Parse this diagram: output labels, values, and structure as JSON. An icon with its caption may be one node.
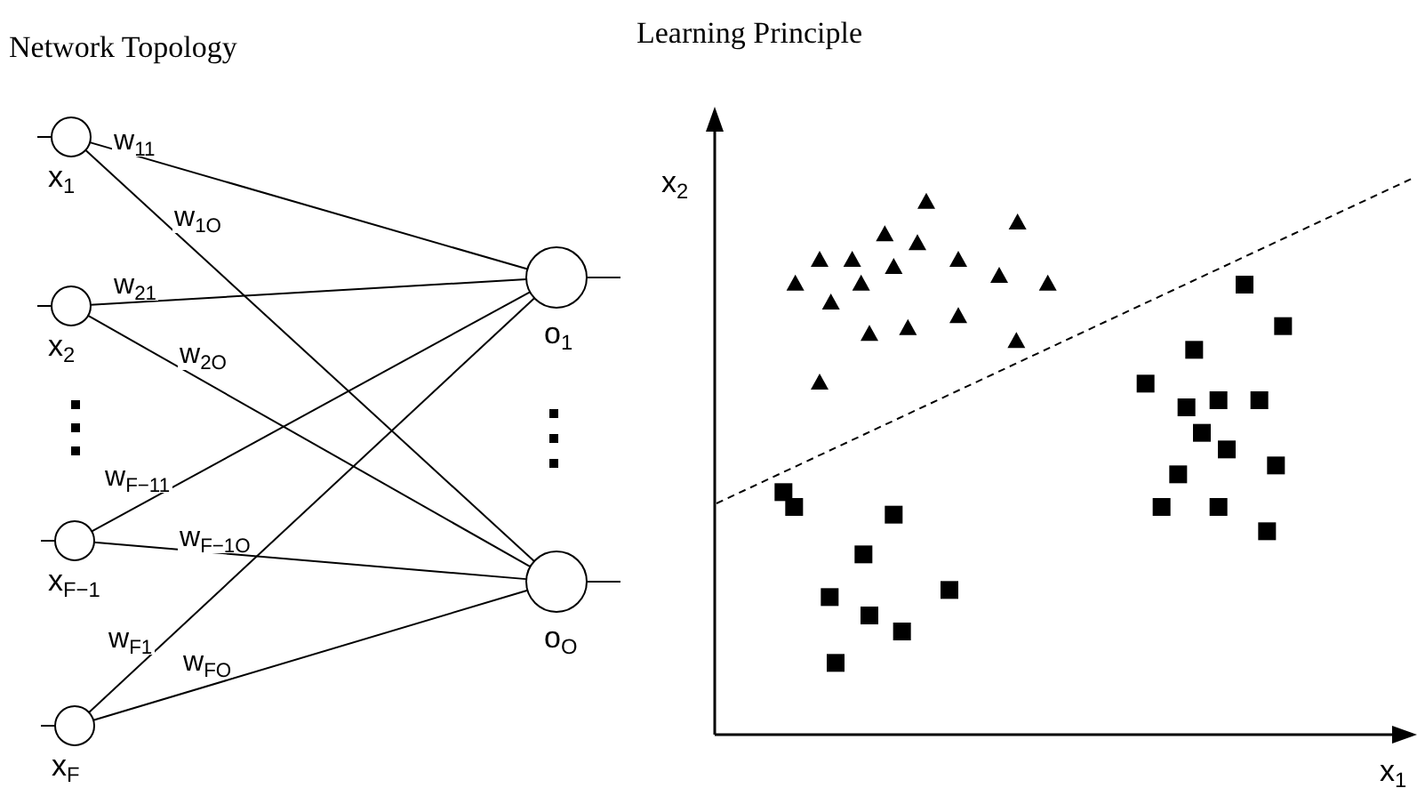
{
  "diagram": {
    "nodes": [
      {
        "text": [
          "x$_{1}$"
        ]
      },
      {
        "text": [
          "x$_{2}$"
        ]
      },
      {
        "text": [
          "x$_{F−1}$"
        ]
      },
      {
        "text": [
          "x$_{F}$"
        ]
      },
      {
        "text": [
          "o$_{1}$"
        ]
      },
      {
        "text": [
          "o$_{O}$"
        ]
      }
    ],
    "edges": [
      {
        "from": 0,
        "to": 4,
        "arrow": "none",
        "label": "w$_{11}$"
      },
      {
        "from": 0,
        "to": 5,
        "arrow": "none",
        "label": "w$_{1O}$"
      },
      {
        "from": 1,
        "to": 4,
        "arrow": "none",
        "label": "w$_{21}$"
      },
      {
        "from": 1,
        "to": 5,
        "arrow": "none",
        "label": "w$_{2O}$"
      },
      {
        "from": 2,
        "to": 4,
        "arrow": "none",
        "label": "w$_{F−11}$"
      },
      {
        "from": 2,
        "to": 5,
        "arrow": "none",
        "label": "w$_{F−1O}$"
      },
      {
        "from": 3,
        "to": 4,
        "arrow": "none",
        "label": "w$_{F1}$"
      },
      {
        "from": 3,
        "to": 5,
        "arrow": "none",
        "label": "w$_{FO}$"
      },
      {
        "from": null,
        "to": 0,
        "arrow": "none"
      },
      {
        "from": null,
        "to": 1,
        "arrow": "none"
      },
      {
        "from": null,
        "to": 2,
        "arrow": "none"
      },
      {
        "from": null,
        "to": 3,
        "arrow": "none"
      },
      {
        "from": 4,
        "to": null,
        "arrow": "none"
      },
      {
        "from": 5,
        "to": null,
        "arrow": "none"
      }
    ],
    "labels": [
      "Network Topology",
      "Learning Principle",
      "x$_{2}$",
      "x$_{1}$"
    ]
  }
}
